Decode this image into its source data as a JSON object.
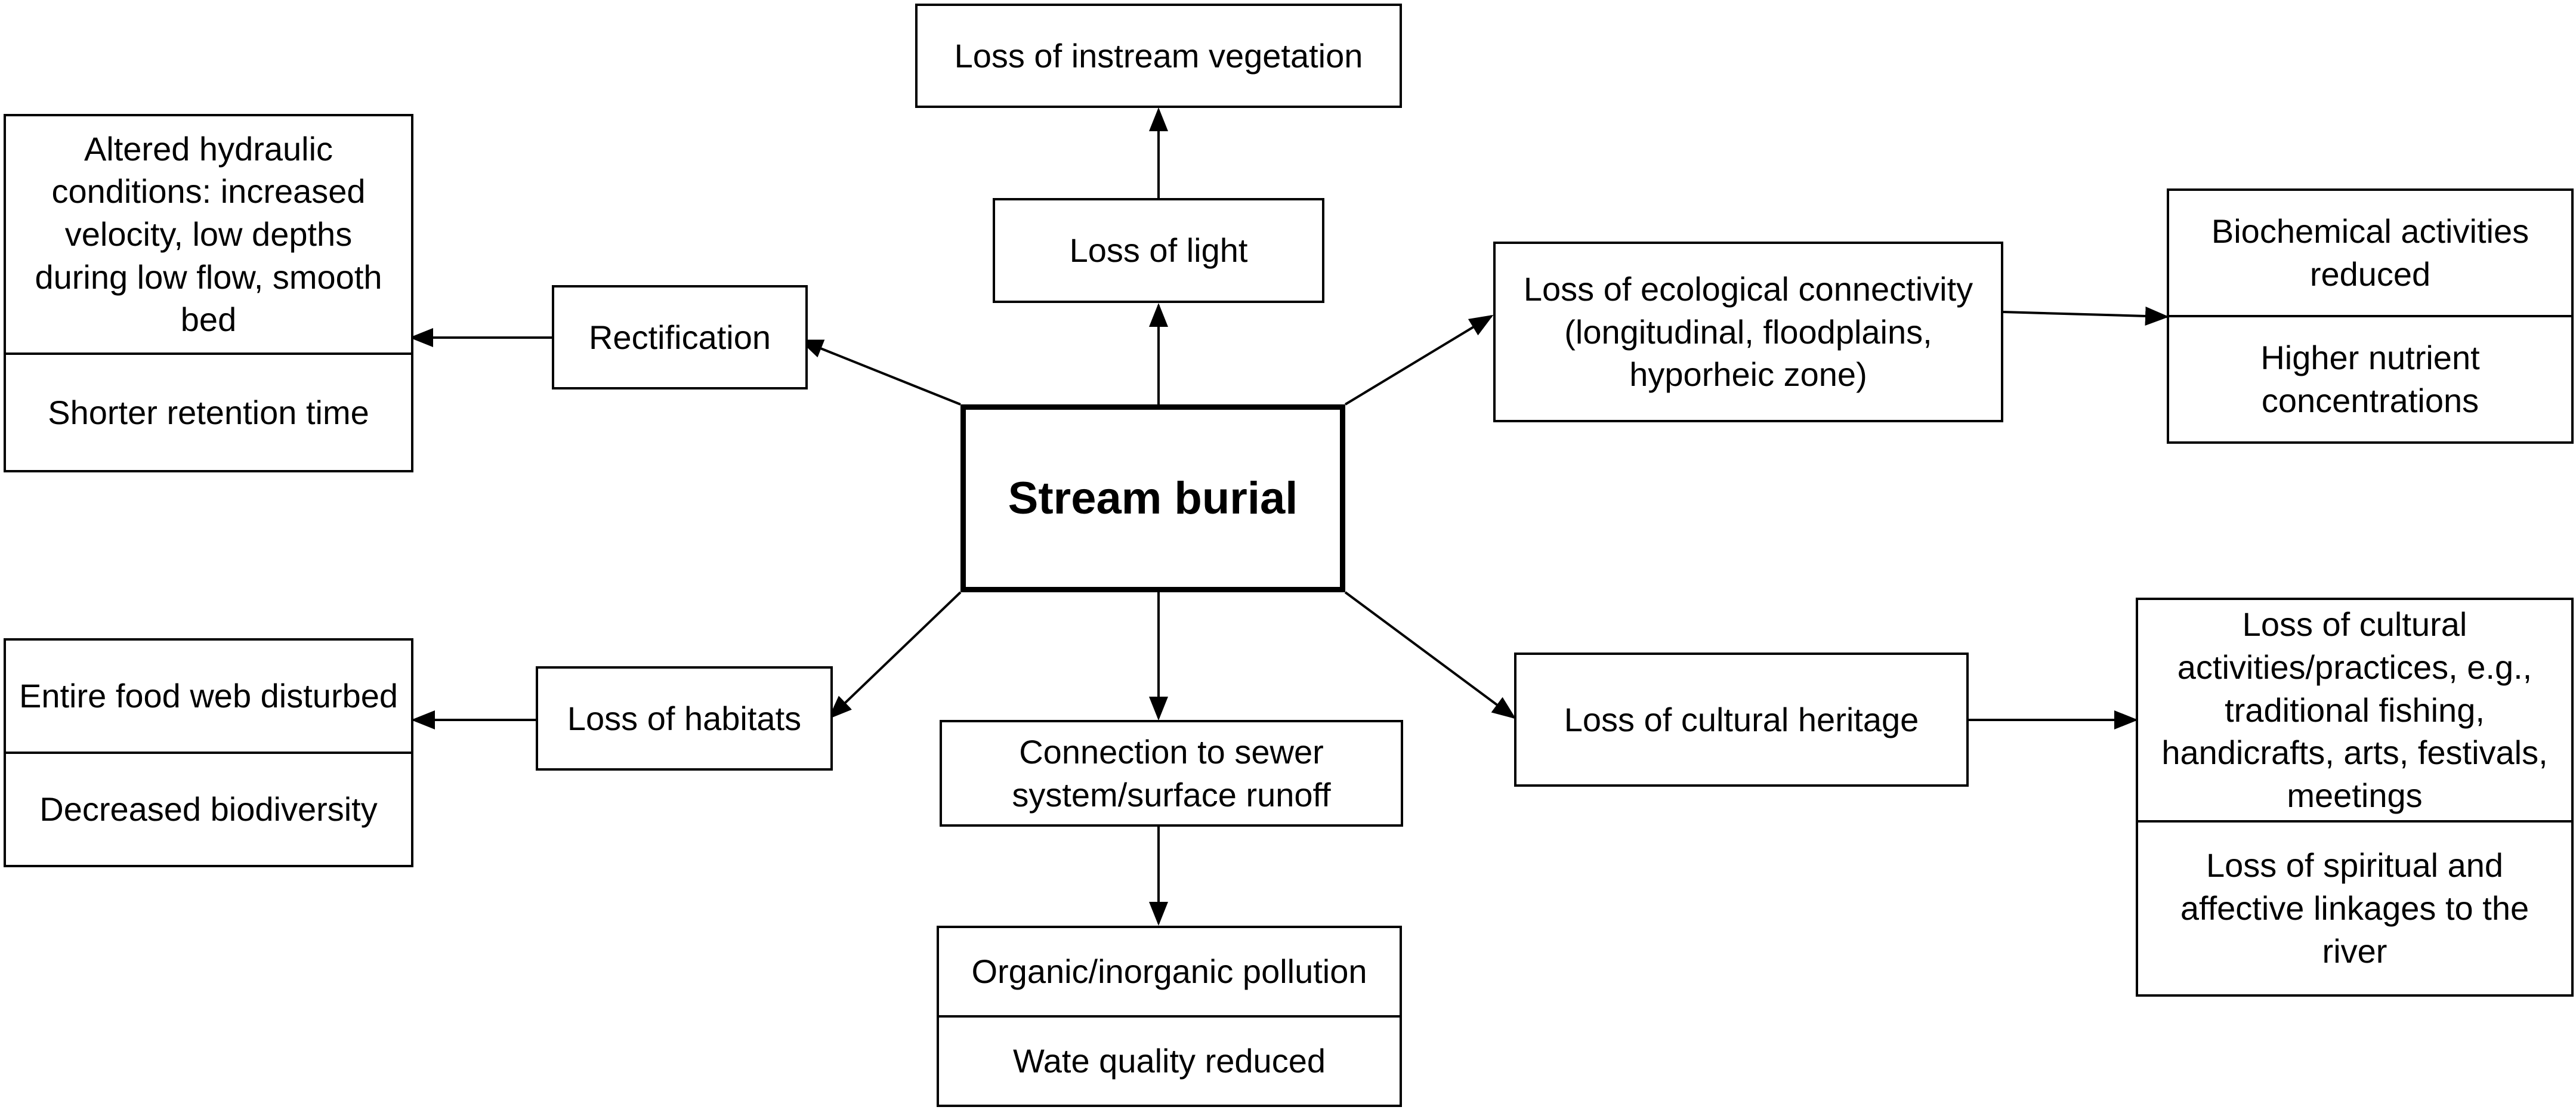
{
  "diagram": {
    "center": "Stream burial",
    "light": "Loss of light",
    "instream_vegetation": "Loss of instream vegetation",
    "rectification": "Rectification",
    "hydraulic": {
      "conditions": "Altered hydraulic conditions: increased velocity, low depths during low flow, smooth bed",
      "retention": "Shorter retention time"
    },
    "ecological_connectivity": "Loss of ecological connectivity (longitudinal, floodplains, hyporheic zone)",
    "biochemical": {
      "activities": "Biochemical activities reduced",
      "nutrients": "Higher nutrient concentrations"
    },
    "habitats": "Loss of habitats",
    "food_web": {
      "disturbed": "Entire food web disturbed",
      "biodiversity": "Decreased biodiversity"
    },
    "sewer": "Connection to sewer system/surface runoff",
    "pollution": {
      "organic": "Organic/inorganic pollution",
      "quality": "Wate quality reduced"
    },
    "cultural_heritage": "Loss of cultural heritage",
    "cultural": {
      "practices": "Loss of cultural activities/practices, e.g., traditional fishing, handicrafts, arts, festivals, meetings",
      "spiritual": "Loss of spiritual and affective linkages to the river"
    }
  }
}
